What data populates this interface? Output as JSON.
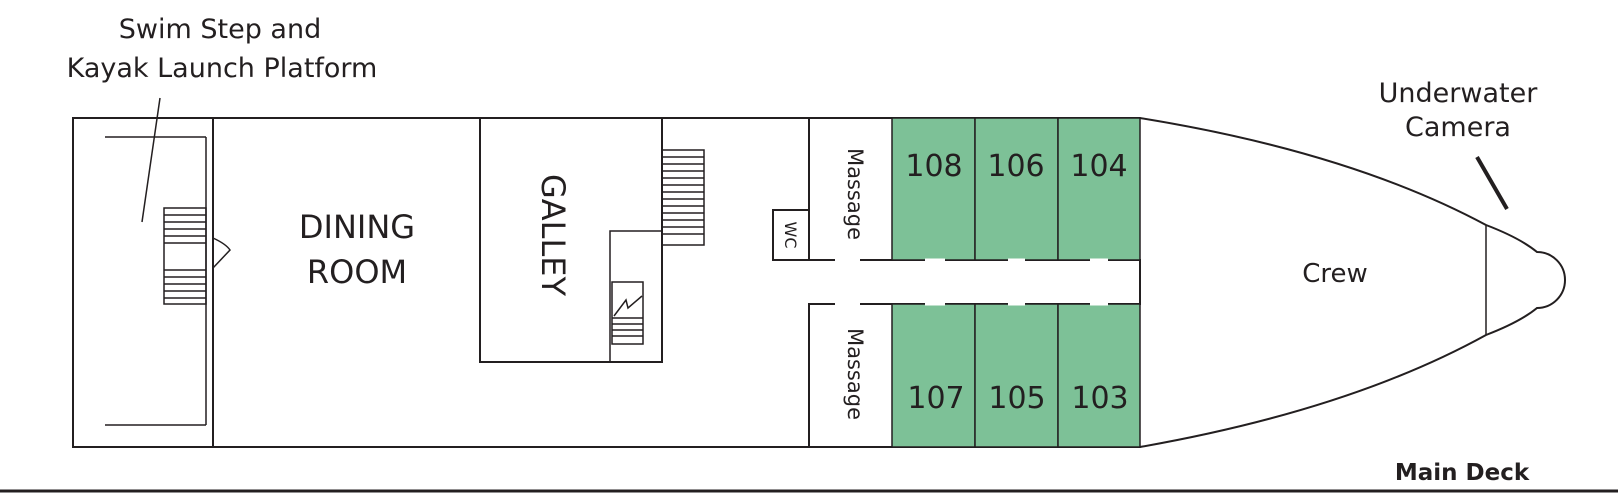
{
  "annotations": {
    "swim_step_line1": "Swim Step and",
    "swim_step_line2": "Kayak Launch Platform",
    "underwater_line1": "Underwater",
    "underwater_line2": "Camera"
  },
  "rooms": {
    "dining_line1": "DINING",
    "dining_line2": "ROOM",
    "galley": "GALLEY",
    "massage_upper": "Massage",
    "massage_lower": "Massage",
    "wc": "WC",
    "crew": "Crew"
  },
  "cabins": {
    "upper": [
      "108",
      "106",
      "104"
    ],
    "lower": [
      "107",
      "105",
      "103"
    ]
  },
  "deck_name": "Main Deck",
  "colors": {
    "cabin_fill": "#7dc197",
    "line": "#231f20"
  }
}
